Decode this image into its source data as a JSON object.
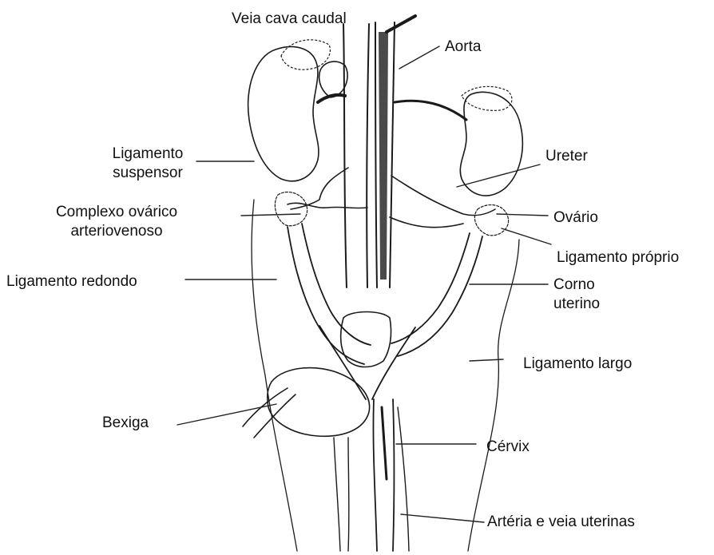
{
  "labels": {
    "veia_cava_caudal": "Veia cava caudal",
    "aorta": "Aorta",
    "ligamento_suspensor_1": "Ligamento",
    "ligamento_suspensor_2": "suspensor",
    "ureter": "Ureter",
    "complexo_1": "Complexo ovárico",
    "complexo_2": "arteriovenoso",
    "ovario": "Ovário",
    "ligamento_proprio": "Ligamento próprio",
    "ligamento_redondo": "Ligamento redondo",
    "corno_1": "Corno",
    "corno_2": "uterino",
    "ligamento_largo": "Ligamento largo",
    "bexiga": "Bexiga",
    "cervix": "Cérvix",
    "arteria_veia": "Artéria e veia uterinas"
  }
}
